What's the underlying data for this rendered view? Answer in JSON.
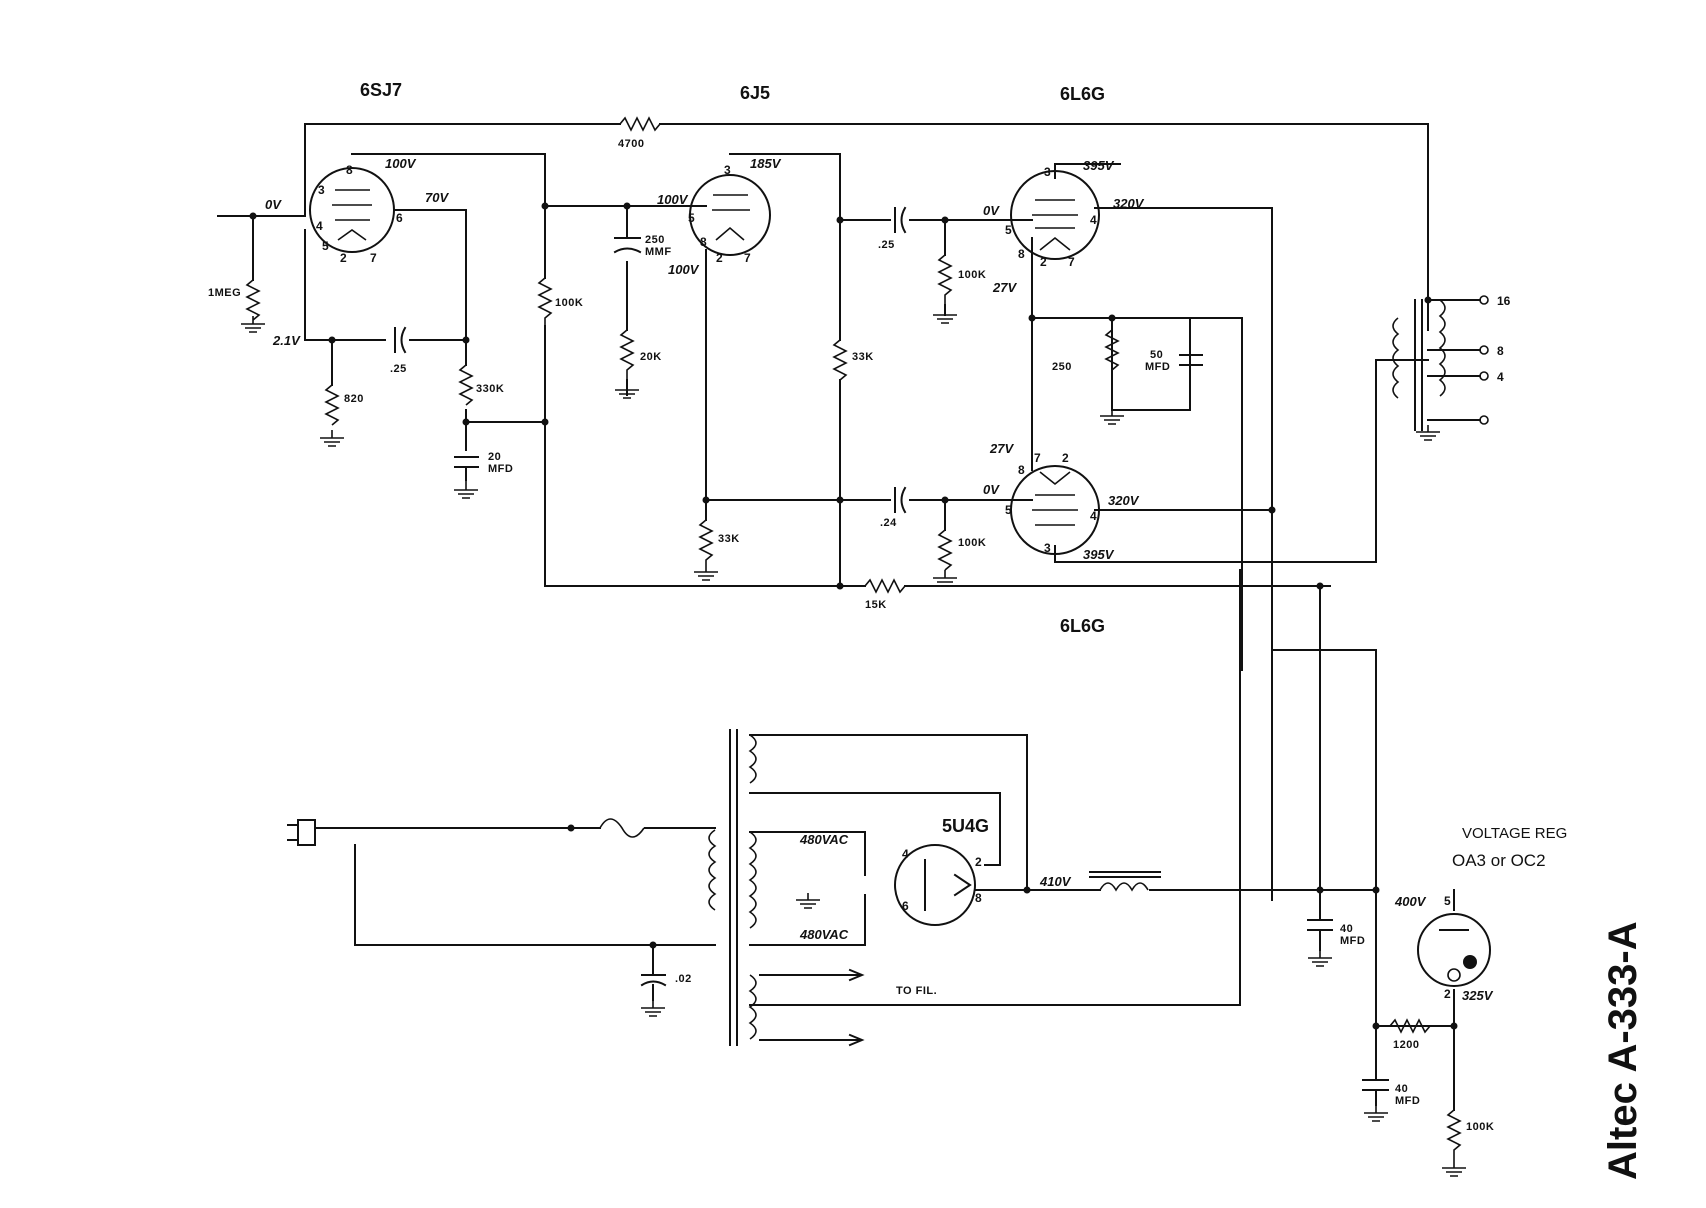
{
  "title": "Altec A-333-A",
  "tubes": {
    "v1": "6SJ7",
    "v2": "6J5",
    "v3": "6L6G",
    "v4": "6L6G",
    "rect": "5U4G"
  },
  "voltage_regulator": {
    "label": "VOLTAGE REG",
    "tube": "OA3 or OC2"
  },
  "voltages": {
    "v1_plate": "100V",
    "v1_screen": "70V",
    "v1_grid": "0V",
    "v1_cathode": "2.1V",
    "v2_plate": "185V",
    "v2_grid": "100V",
    "v2_cathode": "100V",
    "v3_grid": "0V",
    "v3_plate": "395V",
    "v3_screen": "320V",
    "v3_cathode": "27V",
    "v4_cathode": "27V",
    "v4_grid": "0V",
    "v4_screen": "320V",
    "v4_plate": "395V",
    "b_plus": "410V",
    "hv_ac_top": "480VAC",
    "hv_ac_bot": "480VAC",
    "reg_in": "400V",
    "reg_out": "325V"
  },
  "components": {
    "r_grid1": "1MEG",
    "r_cath1": "820",
    "c_cath1": ".25",
    "r_330k": "330K",
    "c_20mfd": "20",
    "c_20mfd_unit": "MFD",
    "r_100k_a": "100K",
    "r_4700": "4700",
    "c_250mmf": "250",
    "c_250mmf_unit": "MMF",
    "r_20k": "20K",
    "r_33k_a": "33K",
    "r_33k_b": "33K",
    "c_coup1": ".25",
    "c_coup2": ".24",
    "r_100k_b": "100K",
    "r_100k_c": "100K",
    "r_250": "250",
    "c_50mfd": "50",
    "c_50mfd_unit": "MFD",
    "r_15k": "15K",
    "c_02": ".02",
    "c_40a": "40",
    "c_40a_unit": "MFD",
    "c_40b": "40",
    "c_40b_unit": "MFD",
    "r_1200": "1200",
    "r_100k_d": "100K",
    "to_fil": "TO FIL."
  },
  "taps": [
    "16",
    "8",
    "4"
  ],
  "pins": {
    "v1": [
      "3",
      "8",
      "4",
      "6",
      "5",
      "2",
      "7"
    ],
    "v2": [
      "3",
      "5",
      "8",
      "2",
      "7"
    ],
    "v3": [
      "3",
      "5",
      "4",
      "8",
      "2",
      "7"
    ],
    "v4": [
      "7",
      "2",
      "8",
      "5",
      "4",
      "3"
    ],
    "rect": [
      "4",
      "2",
      "6",
      "8"
    ],
    "reg": [
      "5",
      "2"
    ]
  }
}
